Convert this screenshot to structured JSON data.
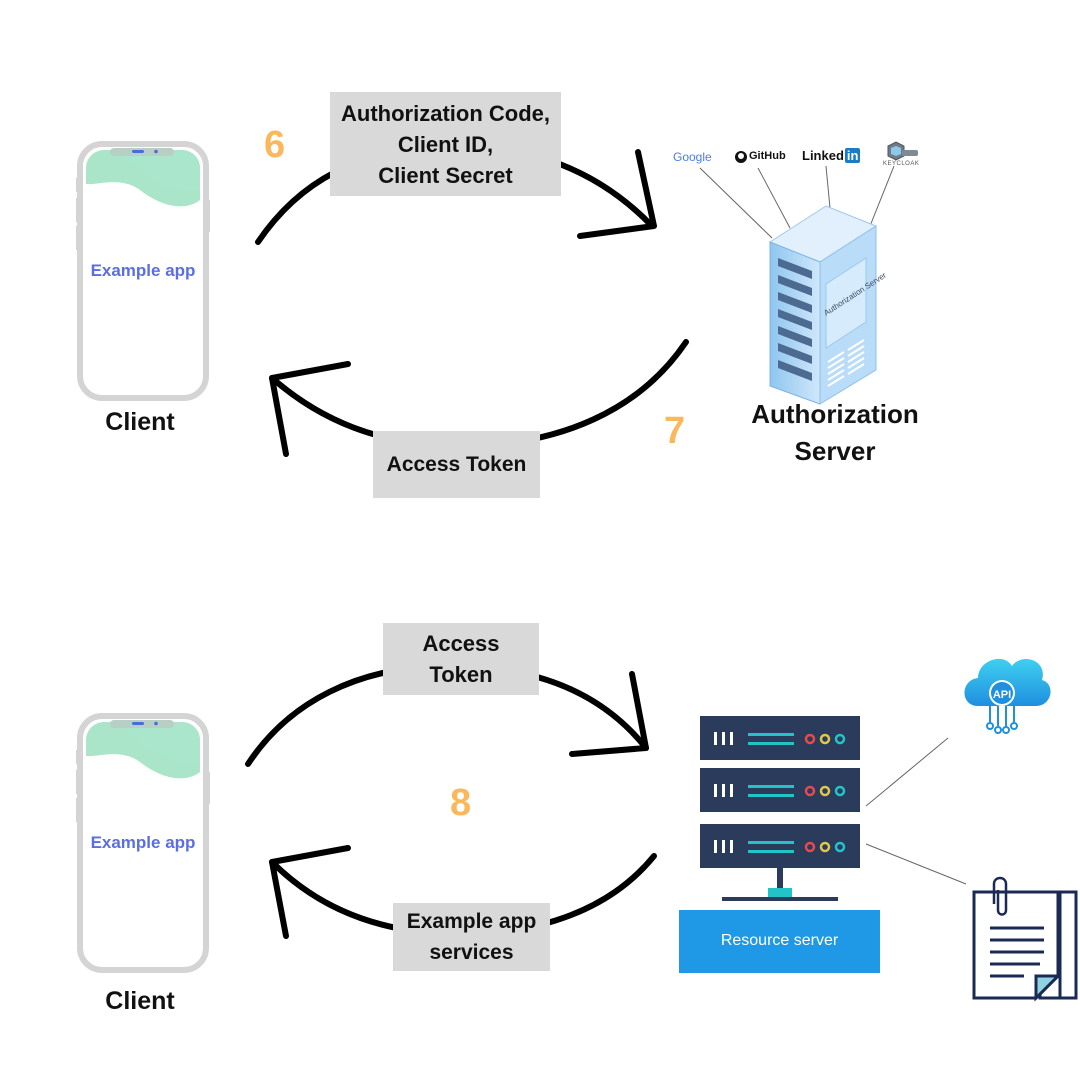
{
  "colors": {
    "step": "#fbb85b",
    "app_text": "#5b6ee1",
    "box_bg": "#d9d9d9",
    "server_dark": "#2a3b5c",
    "server_accent": "#23c4c7",
    "resource_blue": "#1f98e6",
    "phone_green": "#8edcb8"
  },
  "top": {
    "client": {
      "app_text": "Example app",
      "label": "Client"
    },
    "step_out": "6",
    "request_box": "Authorization Code,\nClient ID,\nClient Secret",
    "step_back": "7",
    "response_box": "Access Token",
    "server": {
      "label": "Authorization\nServer",
      "side_text": "Authorization Server",
      "providers": [
        "Google",
        "GitHub",
        "Linked",
        "in",
        "KEYCLOAK"
      ]
    }
  },
  "bottom": {
    "client": {
      "app_text": "Example app",
      "label": "Client"
    },
    "request_box": "Access\nToken",
    "step": "8",
    "response_box": "Example app\nservices",
    "server": {
      "label": "Resource server"
    },
    "api_icon_text": "API"
  }
}
